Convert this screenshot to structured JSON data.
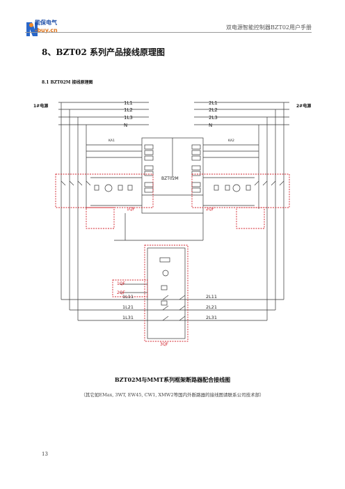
{
  "header": {
    "logo_line1": "能保电气",
    "logo_line2": "-buy.cn",
    "doc_title": "双电源智能控制器BZT02用户手册"
  },
  "section": {
    "title": "8、BZT02 系列产品接线原理图",
    "subtitle": "8.1 BZT02M 接线原理图"
  },
  "diagram": {
    "source1_labels": [
      "1L1",
      "1L2",
      "1L3",
      "N"
    ],
    "source2_labels": [
      "2L1",
      "2L2",
      "2L3",
      "N"
    ],
    "source1_name": "1#电源",
    "source2_name": "2#电源",
    "controller_name": "BZT02M",
    "breakers": [
      "1QF",
      "2QF",
      "3QF"
    ],
    "bottom_left": [
      "1L11",
      "1L21",
      "1L31"
    ],
    "bottom_right": [
      "2L11",
      "2L21",
      "2L31"
    ],
    "ka_left": "KA1",
    "ka_right": "KA2"
  },
  "caption": "BZT02M与MMT系列框架断路器配合接线图",
  "note": "（其它如EMax, 3WT, EW45, CW1, XMW2等国内外断路器的接线图请联系公司技术部）",
  "page_number": "13",
  "colors": {
    "accent_red": "#d0202a",
    "brand_blue": "#1f4fa8"
  }
}
